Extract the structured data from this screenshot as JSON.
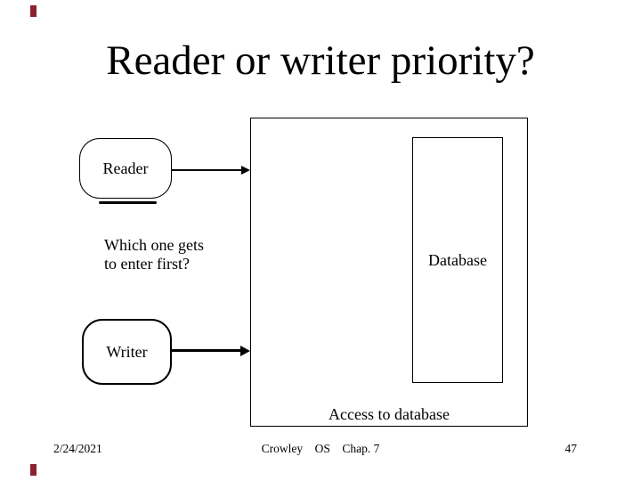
{
  "slide": {
    "title": "Reader or writer priority?",
    "accent_color": "#8b2232"
  },
  "diagram": {
    "reader_box": {
      "label": "Reader"
    },
    "writer_box": {
      "label": "Writer"
    },
    "database_box": {
      "label": "Database"
    },
    "container_caption": "Access to database",
    "question_line1": "Which one gets",
    "question_line2": "to enter first?"
  },
  "footer": {
    "date": "2/24/2021",
    "course": "Crowley    OS    Chap. 7",
    "page": "47"
  }
}
